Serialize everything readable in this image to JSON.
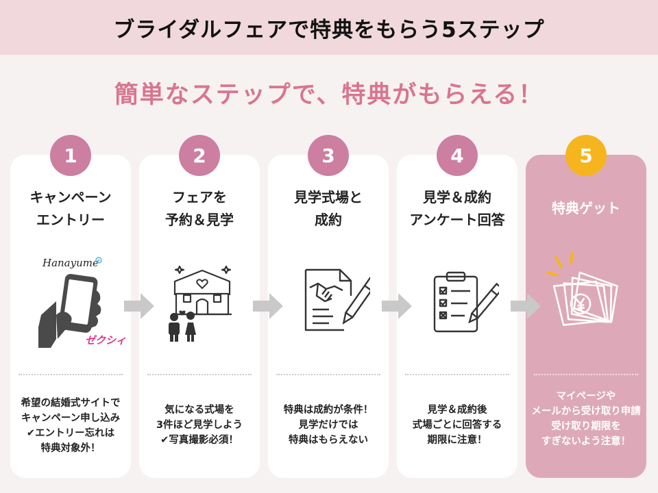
{
  "header": {
    "title": "ブライダルフェアで特典をもらう5ステップ"
  },
  "subtitle": "簡単なステップで、特典がもらえる！",
  "colors": {
    "header_bg": "#f0d8dc",
    "accent_pink": "#d9758f",
    "badge_pink": "#cc7fa0",
    "badge_gold": "#f6b51e",
    "highlight_card": "#dda9b8",
    "arrow": "#c9c9c9"
  },
  "steps": [
    {
      "number": "1",
      "title_lines": [
        "キャンペーン",
        "エントリー"
      ],
      "illustration": "phone-in-hand-icon",
      "logos": {
        "hanayume": "Hanayume",
        "zexy": "ゼクシィ"
      },
      "desc_lines": [
        "希望の結婚式サイトで",
        "キャンペーン申し込み",
        "✔エントリー忘れは",
        "特典対象外！"
      ]
    },
    {
      "number": "2",
      "title_lines": [
        "フェアを",
        "予約＆見学"
      ],
      "illustration": "wedding-chapel-couple-icon",
      "desc_lines": [
        "気になる式場を",
        "3件ほど見学しよう",
        "✔写真撮影必須！"
      ]
    },
    {
      "number": "3",
      "title_lines": [
        "見学式場と",
        "成約"
      ],
      "illustration": "handshake-contract-icon",
      "desc_lines": [
        "特典は成約が条件！",
        "見学だけでは",
        "特典はもらえない"
      ]
    },
    {
      "number": "4",
      "title_lines": [
        "見学＆成約",
        "アンケート回答"
      ],
      "illustration": "clipboard-checklist-icon",
      "desc_lines": [
        "見学＆成約後",
        "式場ごとに回答する",
        "期限に注意！"
      ]
    },
    {
      "number": "5",
      "title_lines": [
        "特典ゲット"
      ],
      "illustration": "yen-bills-icon",
      "desc_lines": [
        "マイページや",
        "メールから受け取り申請",
        "受け取り期限を",
        "すぎないよう注意！"
      ]
    }
  ]
}
